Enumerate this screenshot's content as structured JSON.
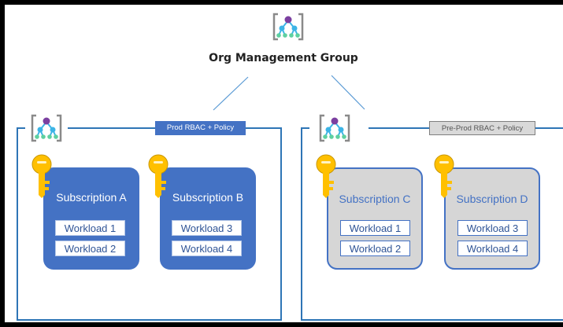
{
  "root": {
    "title": "Org Management Group",
    "icon": "management-group-icon"
  },
  "groups": [
    {
      "tag": "Prod RBAC + Policy",
      "icon": "management-group-icon",
      "subscriptions": [
        {
          "name": "Subscription A",
          "workloads": [
            "Workload 1",
            "Workload 2"
          ],
          "icon": "key-icon"
        },
        {
          "name": "Subscription B",
          "workloads": [
            "Workload 3",
            "Workload 4"
          ],
          "icon": "key-icon"
        }
      ]
    },
    {
      "tag": "Pre-Prod RBAC + Policy",
      "icon": "management-group-icon",
      "subscriptions": [
        {
          "name": "Subscription C",
          "workloads": [
            "Workload 1",
            "Workload 2"
          ],
          "icon": "key-icon"
        },
        {
          "name": "Subscription D",
          "workloads": [
            "Workload 3",
            "Workload 4"
          ],
          "icon": "key-icon"
        }
      ]
    }
  ],
  "colors": {
    "prod": "#4472c4",
    "preprod": "#d6d6d6",
    "key": "#ffc000",
    "icon_purple": "#7b3fa0",
    "icon_teal": "#3cb4e6"
  }
}
